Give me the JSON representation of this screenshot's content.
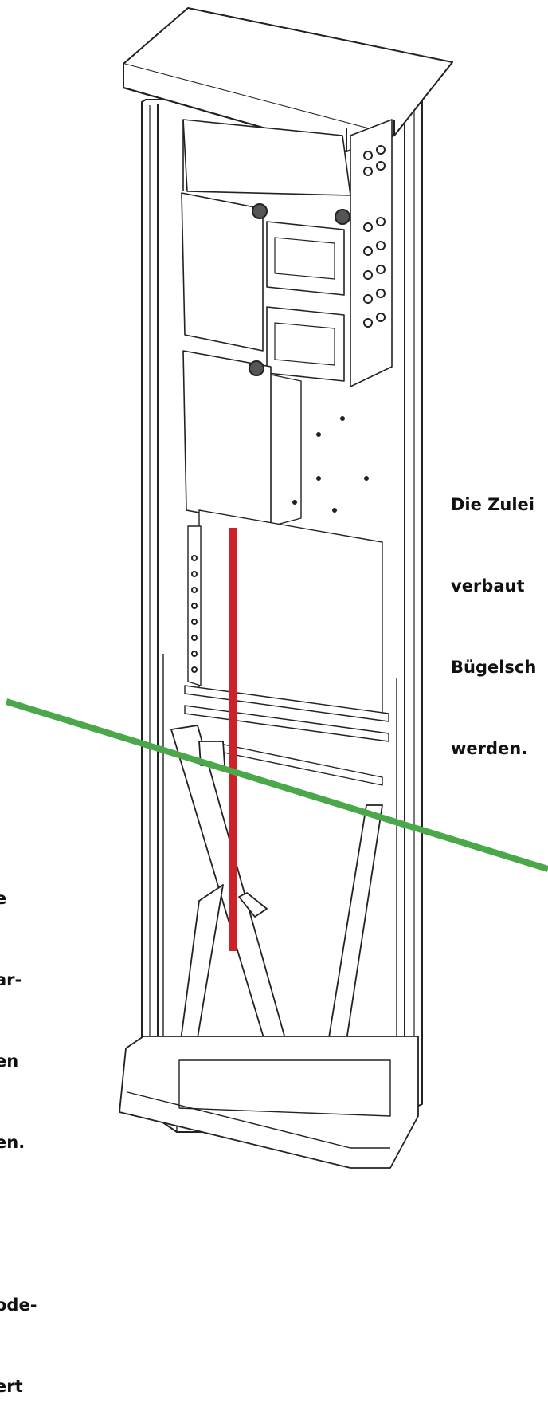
{
  "annotations": {
    "right": {
      "lines": [
        "Die Zulei",
        "verbaut",
        "Bügelsch",
        "werden."
      ]
    },
    "left": {
      "lines": [
        "e",
        "ar-",
        "en",
        "en.",
        "",
        "ode-",
        "ert"
      ]
    }
  },
  "markers": {
    "cable_line": {
      "color": "#cc2229"
    },
    "ground_line": {
      "color": "#4aa84a"
    }
  }
}
